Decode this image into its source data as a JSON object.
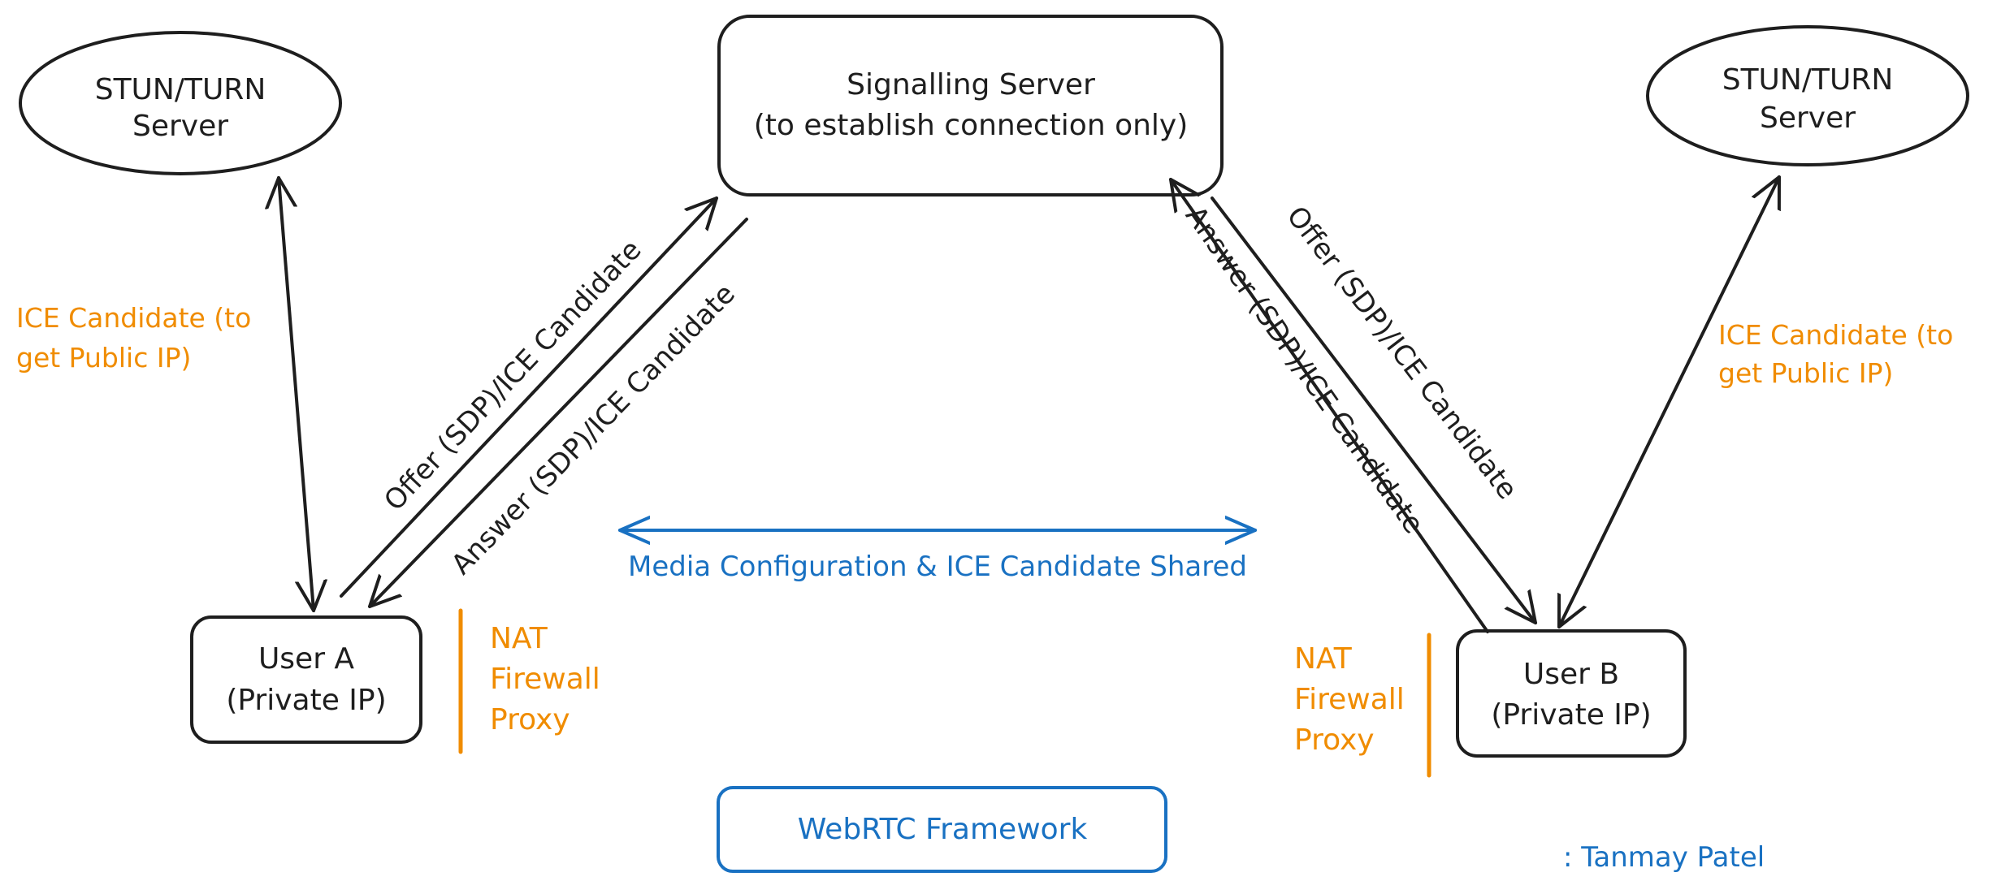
{
  "nodes": {
    "stun_left": [
      "STUN/TURN",
      "Server"
    ],
    "signalling": [
      "Signalling Server",
      "(to establish connection only)"
    ],
    "stun_right": [
      "STUN/TURN",
      "Server"
    ],
    "user_a": [
      "User A",
      "(Private IP)"
    ],
    "user_b": [
      "User B",
      "(Private IP)"
    ]
  },
  "edges": {
    "a_offer": "Offer (SDP)/ICE Candidate",
    "a_answer": "Answer (SDP)/ICE Candidate",
    "b_answer": "Answer (SDP)/ICE Candidate",
    "b_offer": "Offer (SDP)/ICE Candidate",
    "media": "Media Configuration & ICE Candidate Shared"
  },
  "notes": {
    "ice_left": [
      "ICE Candidate (to",
      "get Public IP)"
    ],
    "ice_right": [
      "ICE Candidate (to",
      "get Public IP)"
    ],
    "nat_left": [
      "NAT",
      "Firewall",
      "Proxy"
    ],
    "nat_right": [
      "NAT",
      "Firewall",
      "Proxy"
    ]
  },
  "framework": "WebRTC Framework",
  "author": ": Tanmay Patel",
  "colors": {
    "ink": "#1e1e1e",
    "orange": "#f08c00",
    "blue": "#1971c2"
  }
}
